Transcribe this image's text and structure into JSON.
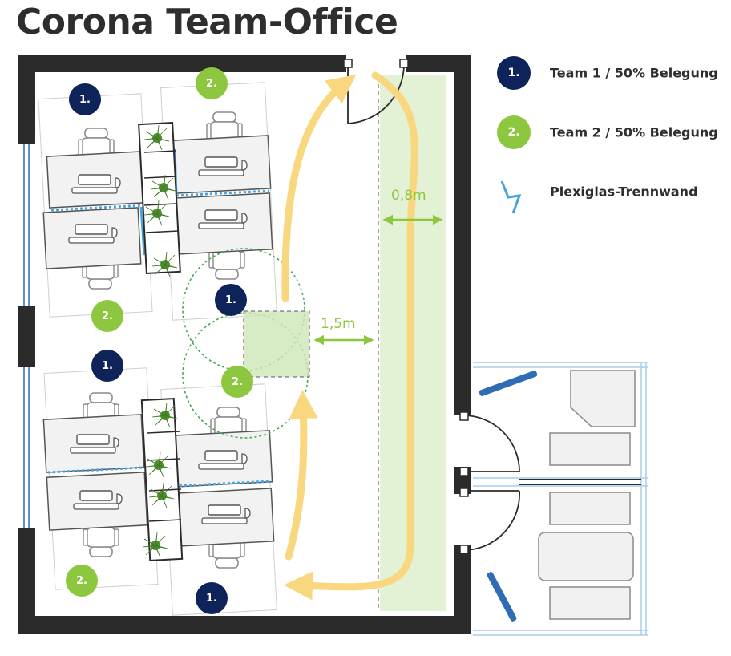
{
  "title": "Corona Team-Office",
  "legend": {
    "team1": {
      "badge": "1.",
      "label": "Team 1 / 50% Belegung",
      "color": "#0d2359"
    },
    "team2": {
      "badge": "2.",
      "label": "Team 2 / 50% Belegung",
      "color": "#8dc63f"
    },
    "divider": {
      "label": "Plexiglas-Trennwand",
      "color": "#4aa3df"
    }
  },
  "desk_badges": [
    {
      "text": "1.",
      "team": 1
    },
    {
      "text": "2.",
      "team": 2
    },
    {
      "text": "2.",
      "team": 2
    },
    {
      "text": "1.",
      "team": 1
    },
    {
      "text": "2.",
      "team": 2
    },
    {
      "text": "1.",
      "team": 1
    },
    {
      "text": "1.",
      "team": 1
    },
    {
      "text": "2.",
      "team": 2
    }
  ],
  "dimensions": {
    "corridor_width": "0,8m",
    "distance": "1,5m"
  },
  "colors": {
    "wall": "#2b2b2b",
    "path_arrow": "#f9d77e",
    "corridor": "#e3f1d4",
    "distance_circle": "#3fa34d",
    "plexiglass": "#4aa3df",
    "cabinet_blue": "#2f6cb5"
  }
}
